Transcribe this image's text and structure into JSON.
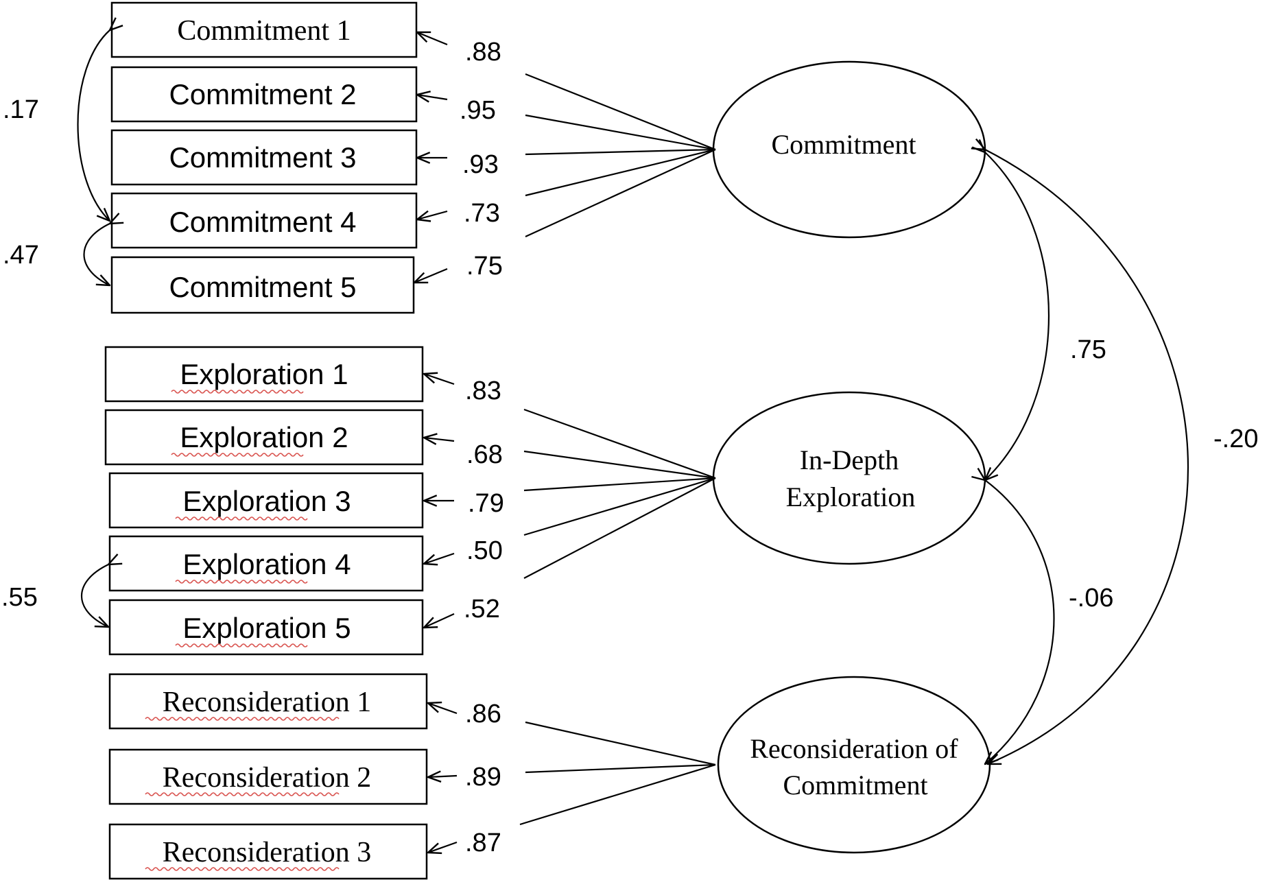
{
  "indicators": [
    {
      "label": "Commitment 1",
      "loading": ".88"
    },
    {
      "label": "Commitment 2",
      "loading": ".95"
    },
    {
      "label": "Commitment 3",
      "loading": ".93"
    },
    {
      "label": "Commitment 4",
      "loading": ".73"
    },
    {
      "label": "Commitment  5",
      "loading": ".75"
    },
    {
      "label": "Exploration 1",
      "loading": ".83"
    },
    {
      "label": "Exploration 2",
      "loading": ".68"
    },
    {
      "label": "Exploration 3",
      "loading": ".79"
    },
    {
      "label": "Exploration 4",
      "loading": ".50"
    },
    {
      "label": "Exploration 5",
      "loading": ".52"
    },
    {
      "label": "Reconsideration 1",
      "loading": ".86"
    },
    {
      "label": "Reconsideration 2",
      "loading": ".89"
    },
    {
      "label": "Reconsideration 3",
      "loading": ".87"
    }
  ],
  "latents": [
    {
      "label": "Commitment"
    },
    {
      "label_lines": [
        "In-Depth",
        "Exploration"
      ]
    },
    {
      "label_lines": [
        "Reconsideration of",
        "Commitment"
      ]
    }
  ],
  "error_covariances": [
    {
      "between": [
        "Commitment 1",
        "Commitment 4"
      ],
      "value": ".17"
    },
    {
      "between": [
        "Commitment 4",
        "Commitment  5"
      ],
      "value": ".47"
    },
    {
      "between": [
        "Exploration 4",
        "Exploration 5"
      ],
      "value": ".55"
    }
  ],
  "factor_correlations": [
    {
      "between": [
        "Commitment",
        "In-Depth Exploration"
      ],
      "value": ".75"
    },
    {
      "between": [
        "In-Depth Exploration",
        "Reconsideration of Commitment"
      ],
      "value": "-.06"
    },
    {
      "between": [
        "Commitment",
        "Reconsideration of Commitment"
      ],
      "value": "-.20"
    }
  ]
}
